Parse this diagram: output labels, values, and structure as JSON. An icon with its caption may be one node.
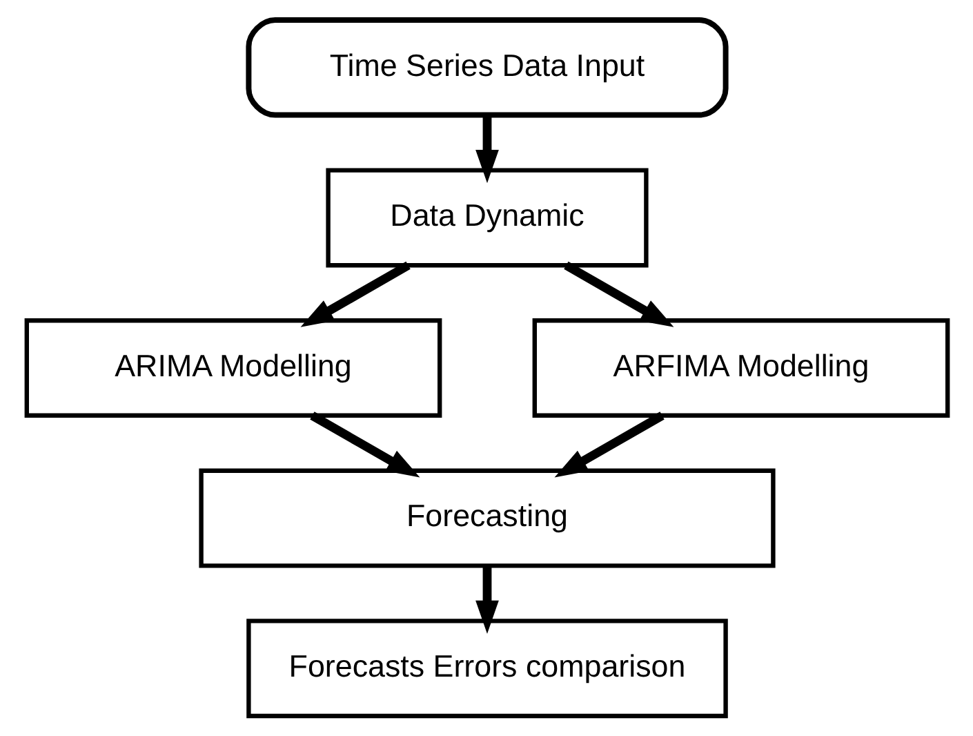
{
  "diagram": {
    "nodes": [
      {
        "text": [
          "Time Series Data Input"
        ]
      },
      {
        "text": [
          "Data Dynamic"
        ]
      },
      {
        "text": [
          "ARIMA Modelling"
        ]
      },
      {
        "text": [
          "ARFIMA Modelling"
        ]
      },
      {
        "text": [
          "Forecasting"
        ]
      },
      {
        "text": [
          "Forecasts Errors comparison"
        ]
      }
    ],
    "edges": [
      {
        "from": 0,
        "to": 1,
        "arrow": "to"
      },
      {
        "from": 1,
        "to": 2,
        "arrow": "to"
      },
      {
        "from": 1,
        "to": 3,
        "arrow": "to"
      },
      {
        "from": 2,
        "to": 4,
        "arrow": "to"
      },
      {
        "from": 3,
        "to": 4,
        "arrow": "to"
      },
      {
        "from": 4,
        "to": 5,
        "arrow": "to"
      }
    ]
  }
}
